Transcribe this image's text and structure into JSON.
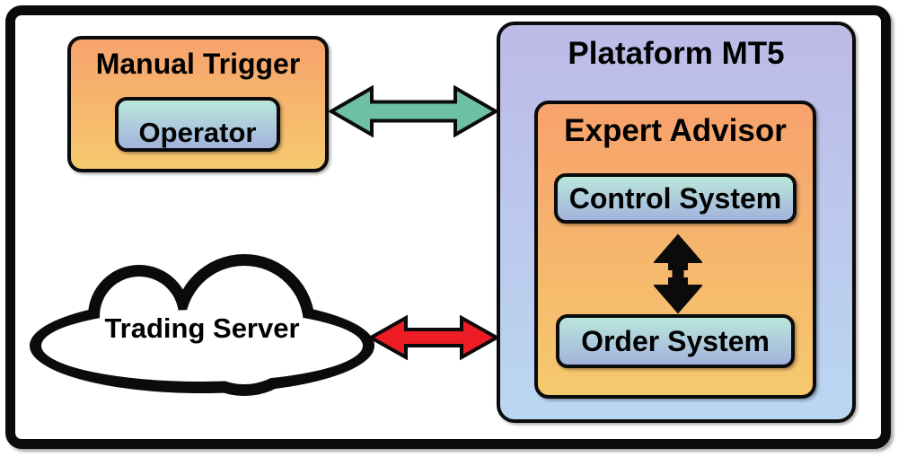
{
  "nodes": {
    "manual_trigger": {
      "label": "Manual Trigger"
    },
    "operator": {
      "label": "Operator"
    },
    "platform_mt5": {
      "label": "Plataform MT5"
    },
    "expert_advisor": {
      "label": "Expert Advisor"
    },
    "control_system": {
      "label": "Control System"
    },
    "order_system": {
      "label": "Order System"
    },
    "trading_server": {
      "label": "Trading Server"
    }
  },
  "connectors": [
    {
      "name": "manual-trigger--platform-mt5",
      "type": "double-headed-arrow",
      "orientation": "horizontal",
      "color_key": "green_arrow"
    },
    {
      "name": "trading-server--platform-mt5",
      "type": "double-headed-arrow",
      "orientation": "horizontal",
      "color_key": "red_arrow"
    },
    {
      "name": "control-system--order-system",
      "type": "double-headed-arrow",
      "orientation": "vertical",
      "color_key": "arrow_black"
    }
  ],
  "colors": {
    "orange_top": "#f7a26c",
    "orange_bottom": "#f5c96e",
    "teal_top": "#bae7dc",
    "teal_bottom": "#a2b3dc",
    "purple_top": "#bdbae7",
    "purple_bottom": "#bad7f2",
    "green_arrow": "#6ec0a4",
    "red_arrow": "#ee1c25",
    "arrow_black": "#0b0b0b",
    "outline_black": "#0b0b0b",
    "cloud_fill": "#ffffff"
  }
}
